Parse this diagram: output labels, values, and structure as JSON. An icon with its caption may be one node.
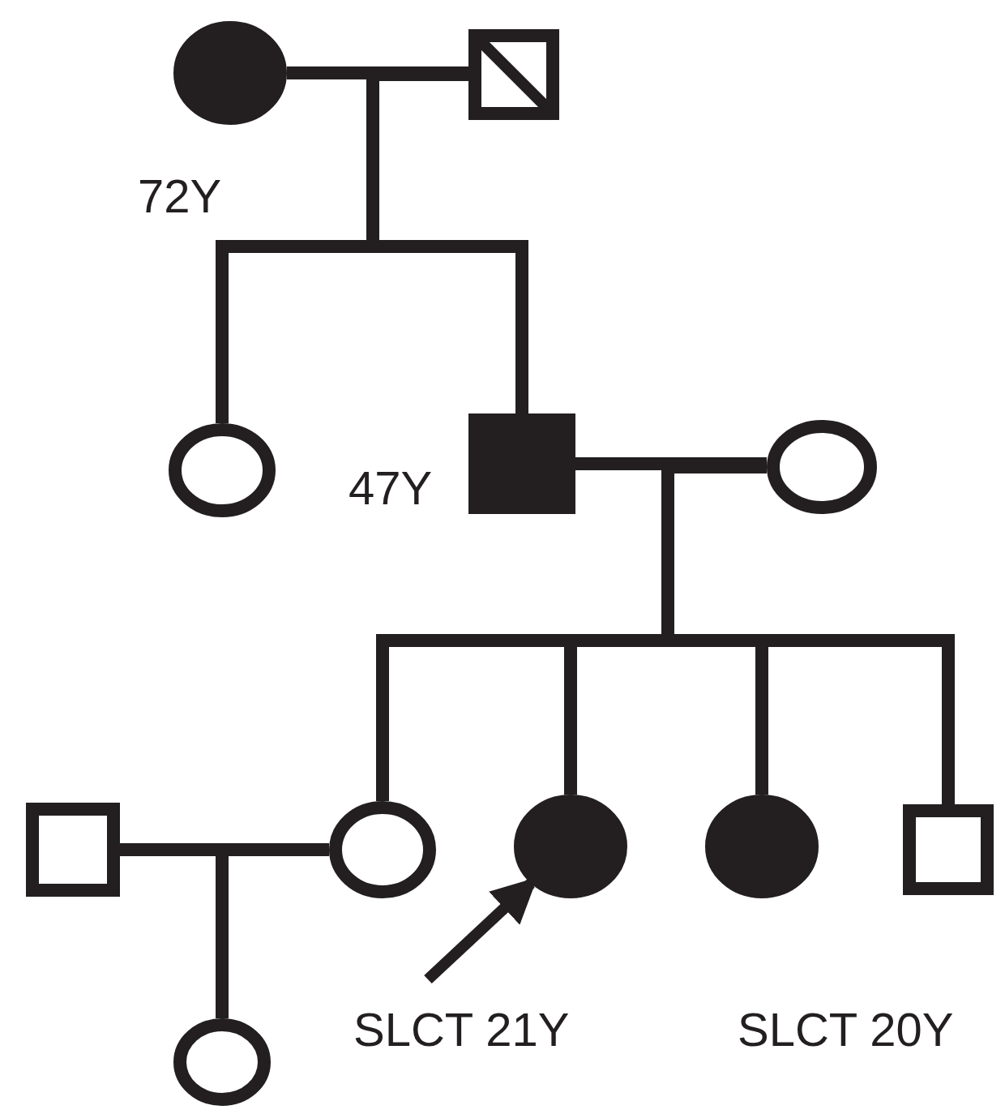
{
  "diagram": {
    "nodes": [
      {
        "text": [],
        "shape": "disc",
        "beside": [
          "72Y"
        ]
      },
      {
        "text": [],
        "shape": "crossed-box"
      },
      {
        "text": [],
        "shape": "circle"
      },
      {
        "text": [],
        "shape": "block",
        "beside": [
          "47Y"
        ]
      },
      {
        "text": [],
        "shape": "circle"
      },
      {
        "text": [],
        "shape": "box"
      },
      {
        "text": [],
        "shape": "circle"
      },
      {
        "text": [],
        "shape": "disc",
        "beside": [
          "SLCT 21Y"
        ]
      },
      {
        "text": [],
        "shape": "disc",
        "beside": [
          "SLCT 20Y"
        ]
      },
      {
        "text": [],
        "shape": "box"
      },
      {
        "text": [],
        "shape": "circle"
      }
    ],
    "edges": [
      {
        "from": 0,
        "to": 1,
        "arrow": "none"
      },
      {
        "from": 0,
        "to": 2,
        "arrow": "none"
      },
      {
        "from": 1,
        "to": 2,
        "arrow": "none"
      },
      {
        "from": 0,
        "to": 3,
        "arrow": "none"
      },
      {
        "from": 1,
        "to": 3,
        "arrow": "none"
      },
      {
        "from": 3,
        "to": 4,
        "arrow": "none"
      },
      {
        "from": 3,
        "to": 6,
        "arrow": "none"
      },
      {
        "from": 4,
        "to": 6,
        "arrow": "none"
      },
      {
        "from": 3,
        "to": 7,
        "arrow": "none"
      },
      {
        "from": 4,
        "to": 7,
        "arrow": "none"
      },
      {
        "from": 3,
        "to": 8,
        "arrow": "none"
      },
      {
        "from": 4,
        "to": 8,
        "arrow": "none"
      },
      {
        "from": 3,
        "to": 9,
        "arrow": "none"
      },
      {
        "from": 4,
        "to": 9,
        "arrow": "none"
      },
      {
        "from": 5,
        "to": 6,
        "arrow": "none"
      },
      {
        "from": 5,
        "to": 10,
        "arrow": "none"
      },
      {
        "from": 6,
        "to": 10,
        "arrow": "none"
      },
      {
        "from": null,
        "to": 7,
        "arrow": "to"
      }
    ]
  }
}
